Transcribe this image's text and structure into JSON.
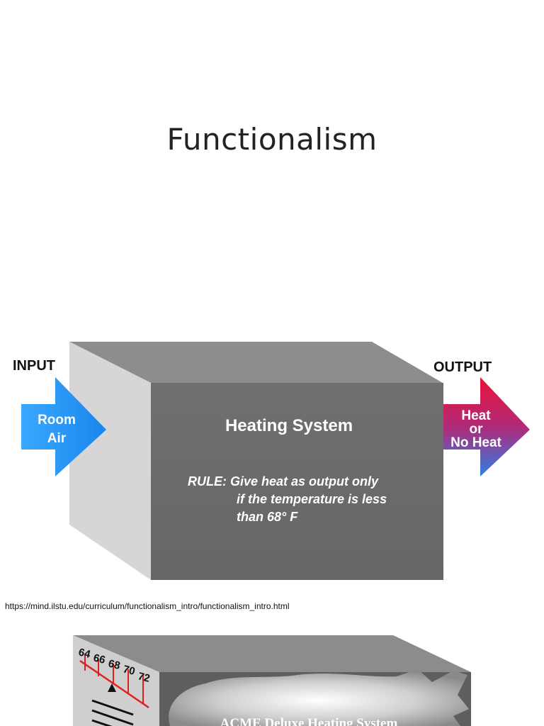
{
  "slide": {
    "title": "Functionalism",
    "source_url": "https://mind.ilstu.edu/curriculum/functionalism_intro/functionalism_intro.html"
  },
  "diagram": {
    "input_label": "INPUT",
    "input_arrow_lines": [
      "Room",
      "Air"
    ],
    "box_title": "Heating System",
    "rule_lines": [
      "RULE: Give heat as output only",
      "if the temperature is less",
      "than 68° F"
    ],
    "output_label": "OUTPUT",
    "output_arrow_lines": [
      "Heat",
      "or",
      "No Heat"
    ]
  },
  "diagram2": {
    "dial_numbers": [
      "64",
      "66",
      "68",
      "70",
      "72"
    ],
    "box_title": "ACME Deluxe Heating System"
  },
  "colors": {
    "box_front": "#6e6e6e",
    "box_top": "#8c8c8c",
    "box_side": "#d4d4d4",
    "input_arrow": "#1f8ff0",
    "output_arrow_top": "#e8163a",
    "output_arrow_bottom": "#2a7fe0"
  }
}
